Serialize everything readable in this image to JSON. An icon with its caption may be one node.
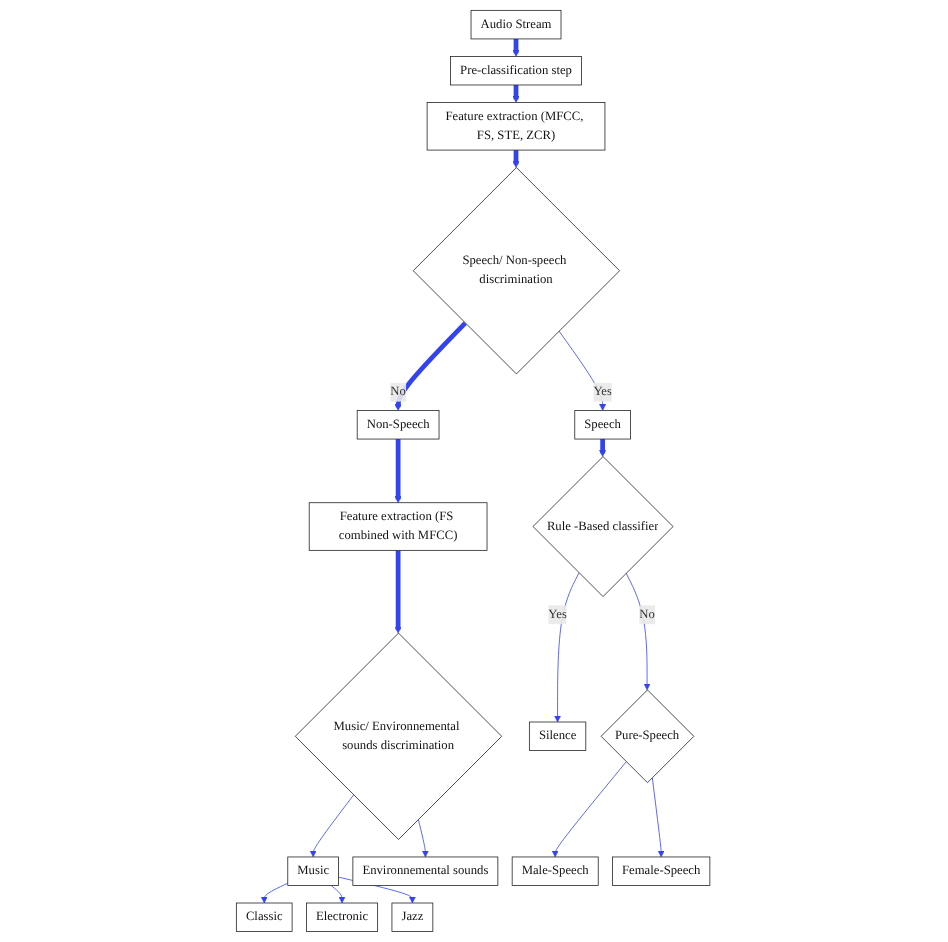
{
  "diagram": {
    "nodes": [
      {
        "text": [
          "Audio Stream"
        ]
      },
      {
        "text": [
          "Pre-classification step"
        ]
      },
      {
        "text": [
          "Feature extraction (MFCC, FS, STE, ZCR)"
        ]
      },
      {
        "text": [
          "Speech/ Non-speech discrimination"
        ]
      },
      {
        "text": [
          "Speech"
        ]
      },
      {
        "text": [
          "Non-Speech"
        ]
      },
      {
        "text": [
          "Feature extraction (FS combined with MFCC)"
        ]
      },
      {
        "text": [
          "Rule -Based classifier"
        ]
      },
      {
        "text": [
          "Music/ Environnemental sounds discrimination"
        ]
      },
      {
        "text": [
          "Silence"
        ]
      },
      {
        "text": [
          "Pure-Speech"
        ]
      },
      {
        "text": [
          "Music"
        ]
      },
      {
        "text": [
          "Environnemental sounds"
        ]
      },
      {
        "text": [
          "Male-Speech"
        ]
      },
      {
        "text": [
          "Female-Speech"
        ]
      },
      {
        "text": [
          "Classic"
        ]
      },
      {
        "text": [
          "Electronic"
        ]
      },
      {
        "text": [
          "Jazz"
        ]
      }
    ],
    "edges": [
      {
        "from": 0,
        "to": 1,
        "arrow": "to",
        "style": "thick"
      },
      {
        "from": 1,
        "to": 2,
        "arrow": "to",
        "style": "thick"
      },
      {
        "from": 2,
        "to": 3,
        "arrow": "to",
        "style": "thick"
      },
      {
        "from": 3,
        "to": 4,
        "arrow": "to",
        "label": "Yes"
      },
      {
        "from": 3,
        "to": 5,
        "arrow": "to",
        "label": "No",
        "style": "thick"
      },
      {
        "from": 5,
        "to": 6,
        "arrow": "to",
        "style": "thick"
      },
      {
        "from": 4,
        "to": 7,
        "arrow": "to",
        "style": "thick"
      },
      {
        "from": 6,
        "to": 8,
        "arrow": "to",
        "style": "thick"
      },
      {
        "from": 7,
        "to": 9,
        "arrow": "to",
        "label": "Yes"
      },
      {
        "from": 7,
        "to": 10,
        "arrow": "to",
        "label": "No"
      },
      {
        "from": 10,
        "to": 13,
        "arrow": "to"
      },
      {
        "from": 10,
        "to": 14,
        "arrow": "to"
      },
      {
        "from": 8,
        "to": 11,
        "arrow": "to"
      },
      {
        "from": 8,
        "to": 12,
        "arrow": "to"
      },
      {
        "from": 11,
        "to": 15,
        "arrow": "to"
      },
      {
        "from": 11,
        "to": 16,
        "arrow": "to"
      },
      {
        "from": 11,
        "to": 17,
        "arrow": "to"
      }
    ]
  }
}
